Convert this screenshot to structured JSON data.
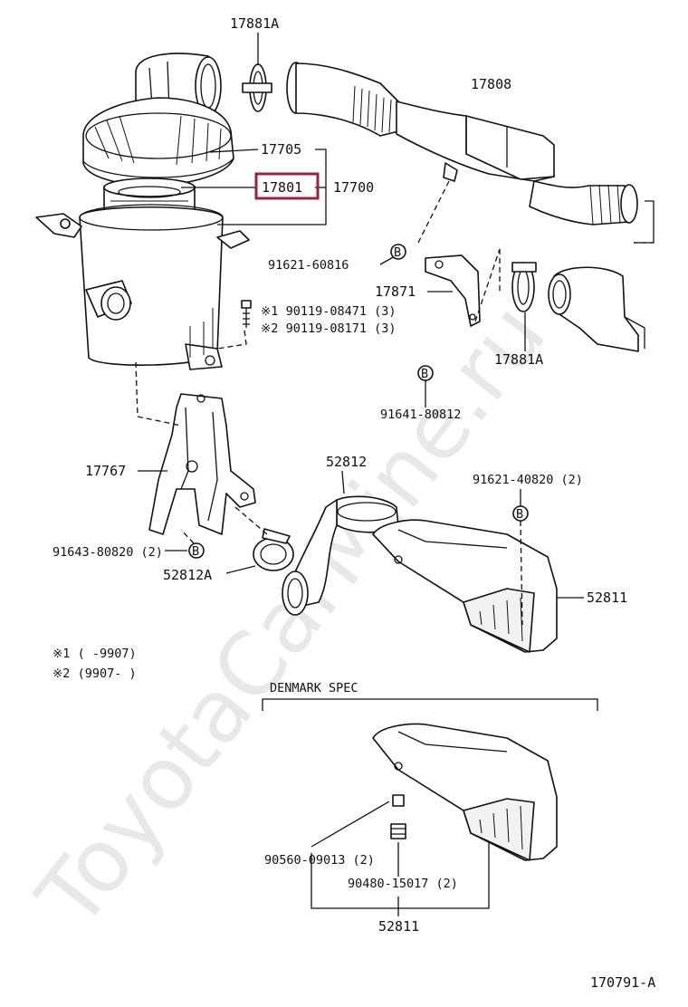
{
  "watermark": "ToyotaCarMine.ru",
  "highlight_color": "#a0203c",
  "labels": {
    "p17881A_top": "17881A",
    "p17808": "17808",
    "p17705": "17705",
    "p17801": "17801",
    "p17700": "17700",
    "p91621_60816": "91621-60816",
    "p17871": "17871",
    "p17881A_right": "17881A",
    "p91641_80812": "91641-80812",
    "bolt_note_1": "※1  90119-08471 (3)",
    "bolt_note_2": "※2  90119-08171 (3)",
    "p17767": "17767",
    "p52812": "52812",
    "p91621_40820": "91621-40820 (2)",
    "p91643_80820": "91643-80820 (2)",
    "p52812A": "52812A",
    "p52811": "52811",
    "footnote_1": "※1 (      -9907)",
    "footnote_2": "※2 (9907-      )",
    "denmark_spec": "DENMARK SPEC",
    "p90560_09013": "90560-09013 (2)",
    "p90480_15017": "90480-15017 (2)",
    "p52811_denmark": "52811",
    "diagram_id": "170791-A"
  },
  "markers": {
    "b_symbol": "B"
  }
}
